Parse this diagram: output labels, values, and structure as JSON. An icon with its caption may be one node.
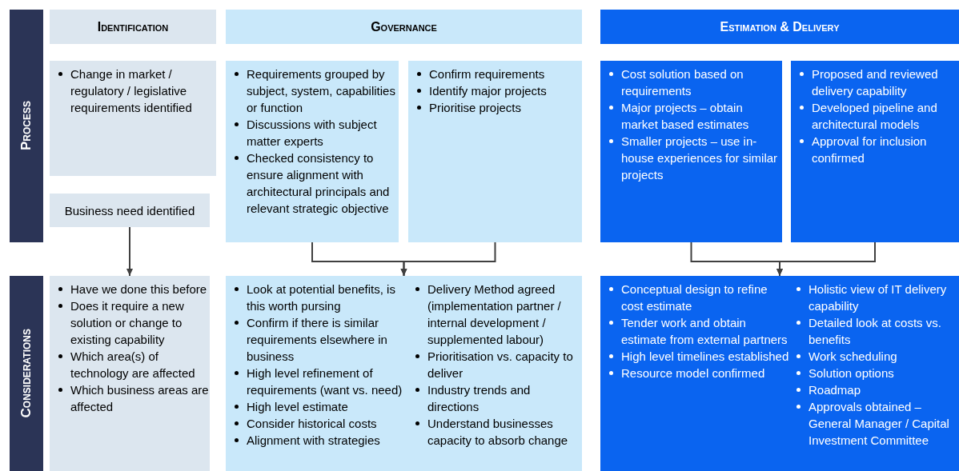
{
  "diagram": {
    "nodes": [
      {
        "text": [
          "Process"
        ]
      },
      {
        "text": [
          "Considerations"
        ]
      },
      {
        "text": [
          "Identification"
        ]
      },
      {
        "text": [
          "Governance"
        ]
      },
      {
        "text": [
          "Estimation & Delivery"
        ]
      },
      {
        "text": [
          "Change in market / regulatory / legislative requirements identified"
        ]
      },
      {
        "text": [
          "Business need identified"
        ]
      },
      {
        "text": [
          "Requirements grouped by subject, system, capabilities or function",
          "Discussions with subject matter experts",
          "Checked consistency to ensure alignment with architectural principals and relevant strategic objective"
        ]
      },
      {
        "text": [
          "Confirm requirements",
          "Identify major projects",
          "Prioritise projects"
        ]
      },
      {
        "text": [
          "Cost solution based on requirements",
          "Major projects – obtain market based estimates",
          "Smaller projects – use in-house experiences for similar projects"
        ]
      },
      {
        "text": [
          "Proposed and reviewed delivery capability",
          "Developed pipeline and architectural models",
          "Approval for inclusion confirmed"
        ]
      },
      {
        "text": [
          "Have we done this before",
          "Does it require a new solution or change to existing capability",
          "Which area(s) of technology are affected",
          "Which business areas are affected"
        ]
      },
      {
        "text": [
          "Look at potential benefits, is this worth pursing",
          "Confirm if there is similar requirements elsewhere in business",
          "High level refinement of requirements (want vs. need)",
          "High level estimate",
          "Consider historical costs",
          "Alignment with strategies",
          "Delivery Method agreed (implementation partner / internal development / supplemented labour)",
          "Prioritisation vs. capacity to deliver",
          "Industry trends and directions",
          "Understand businesses capacity to absorb change"
        ]
      },
      {
        "text": [
          "Conceptual design to refine cost estimate",
          "Tender work and obtain estimate from external partners",
          "High level timelines established",
          "Resource model confirmed",
          "Holistic view of IT delivery capability",
          "Detailed look at costs vs. benefits",
          "Work scheduling",
          "Solution options",
          "Roadmap",
          "Approvals obtained – General Manager / Capital Investment Committee"
        ]
      }
    ],
    "edges": [
      {
        "from": 6,
        "to": 11,
        "arrow": "to"
      },
      {
        "from": 7,
        "to": 12,
        "arrow": "to"
      },
      {
        "from": 8,
        "to": 12,
        "arrow": "to"
      },
      {
        "from": 9,
        "to": 13,
        "arrow": "to"
      },
      {
        "from": 10,
        "to": 13,
        "arrow": "to"
      }
    ]
  }
}
